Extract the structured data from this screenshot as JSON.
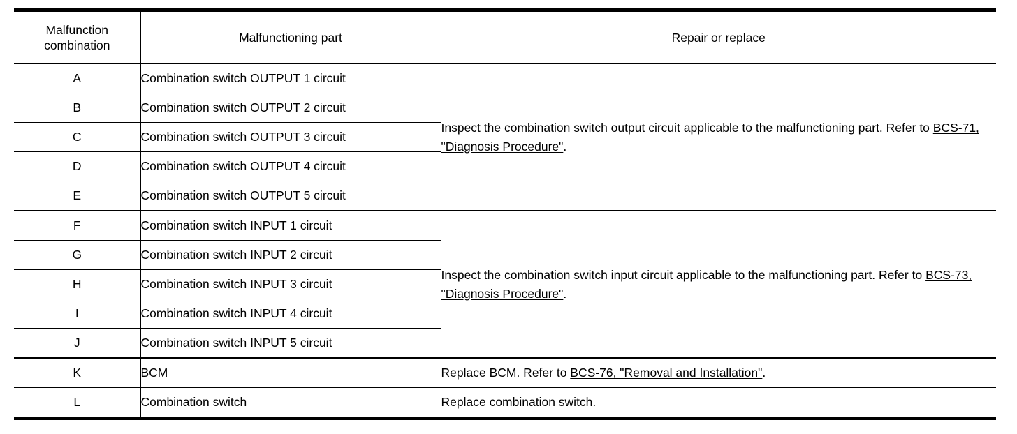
{
  "table": {
    "headers": {
      "malfunction_combination_line1": "Malfunction",
      "malfunction_combination_line2": "combination",
      "malfunctioning_part": "Malfunctioning part",
      "repair_or_replace": "Repair or replace"
    },
    "rows": [
      {
        "combination": "A",
        "part": "Combination switch OUTPUT 1 circuit"
      },
      {
        "combination": "B",
        "part": "Combination switch OUTPUT 2 circuit"
      },
      {
        "combination": "C",
        "part": "Combination switch OUTPUT 3 circuit"
      },
      {
        "combination": "D",
        "part": "Combination switch OUTPUT 4 circuit"
      },
      {
        "combination": "E",
        "part": "Combination switch OUTPUT 5 circuit"
      },
      {
        "combination": "F",
        "part": "Combination switch INPUT 1 circuit"
      },
      {
        "combination": "G",
        "part": "Combination switch INPUT 2 circuit"
      },
      {
        "combination": "H",
        "part": "Combination switch INPUT 3 circuit"
      },
      {
        "combination": "I",
        "part": "Combination switch INPUT 4 circuit"
      },
      {
        "combination": "J",
        "part": "Combination switch INPUT 5 circuit"
      },
      {
        "combination": "K",
        "part": "BCM"
      },
      {
        "combination": "L",
        "part": "Combination switch"
      }
    ],
    "repairs": {
      "output_group": {
        "text_before": "Inspect the combination switch output circuit applicable to the malfunctioning part. Refer to ",
        "link": "BCS-71, \"Diagnosis Procedure\"",
        "text_after": "."
      },
      "input_group": {
        "text_before": "Inspect the combination switch input circuit applicable to the malfunctioning part. Refer to ",
        "link": "BCS-73, \"Diagnosis Procedure\"",
        "text_after": "."
      },
      "bcm_row": {
        "text_before": "Replace BCM. Refer to ",
        "link": "BCS-76, \"Removal and Installation\"",
        "text_after": "."
      },
      "combination_switch_row": {
        "text_before": "Replace combination switch.",
        "link": "",
        "text_after": ""
      }
    }
  },
  "colors": {
    "text": "#000000",
    "rule": "#000000",
    "background": "#ffffff"
  }
}
